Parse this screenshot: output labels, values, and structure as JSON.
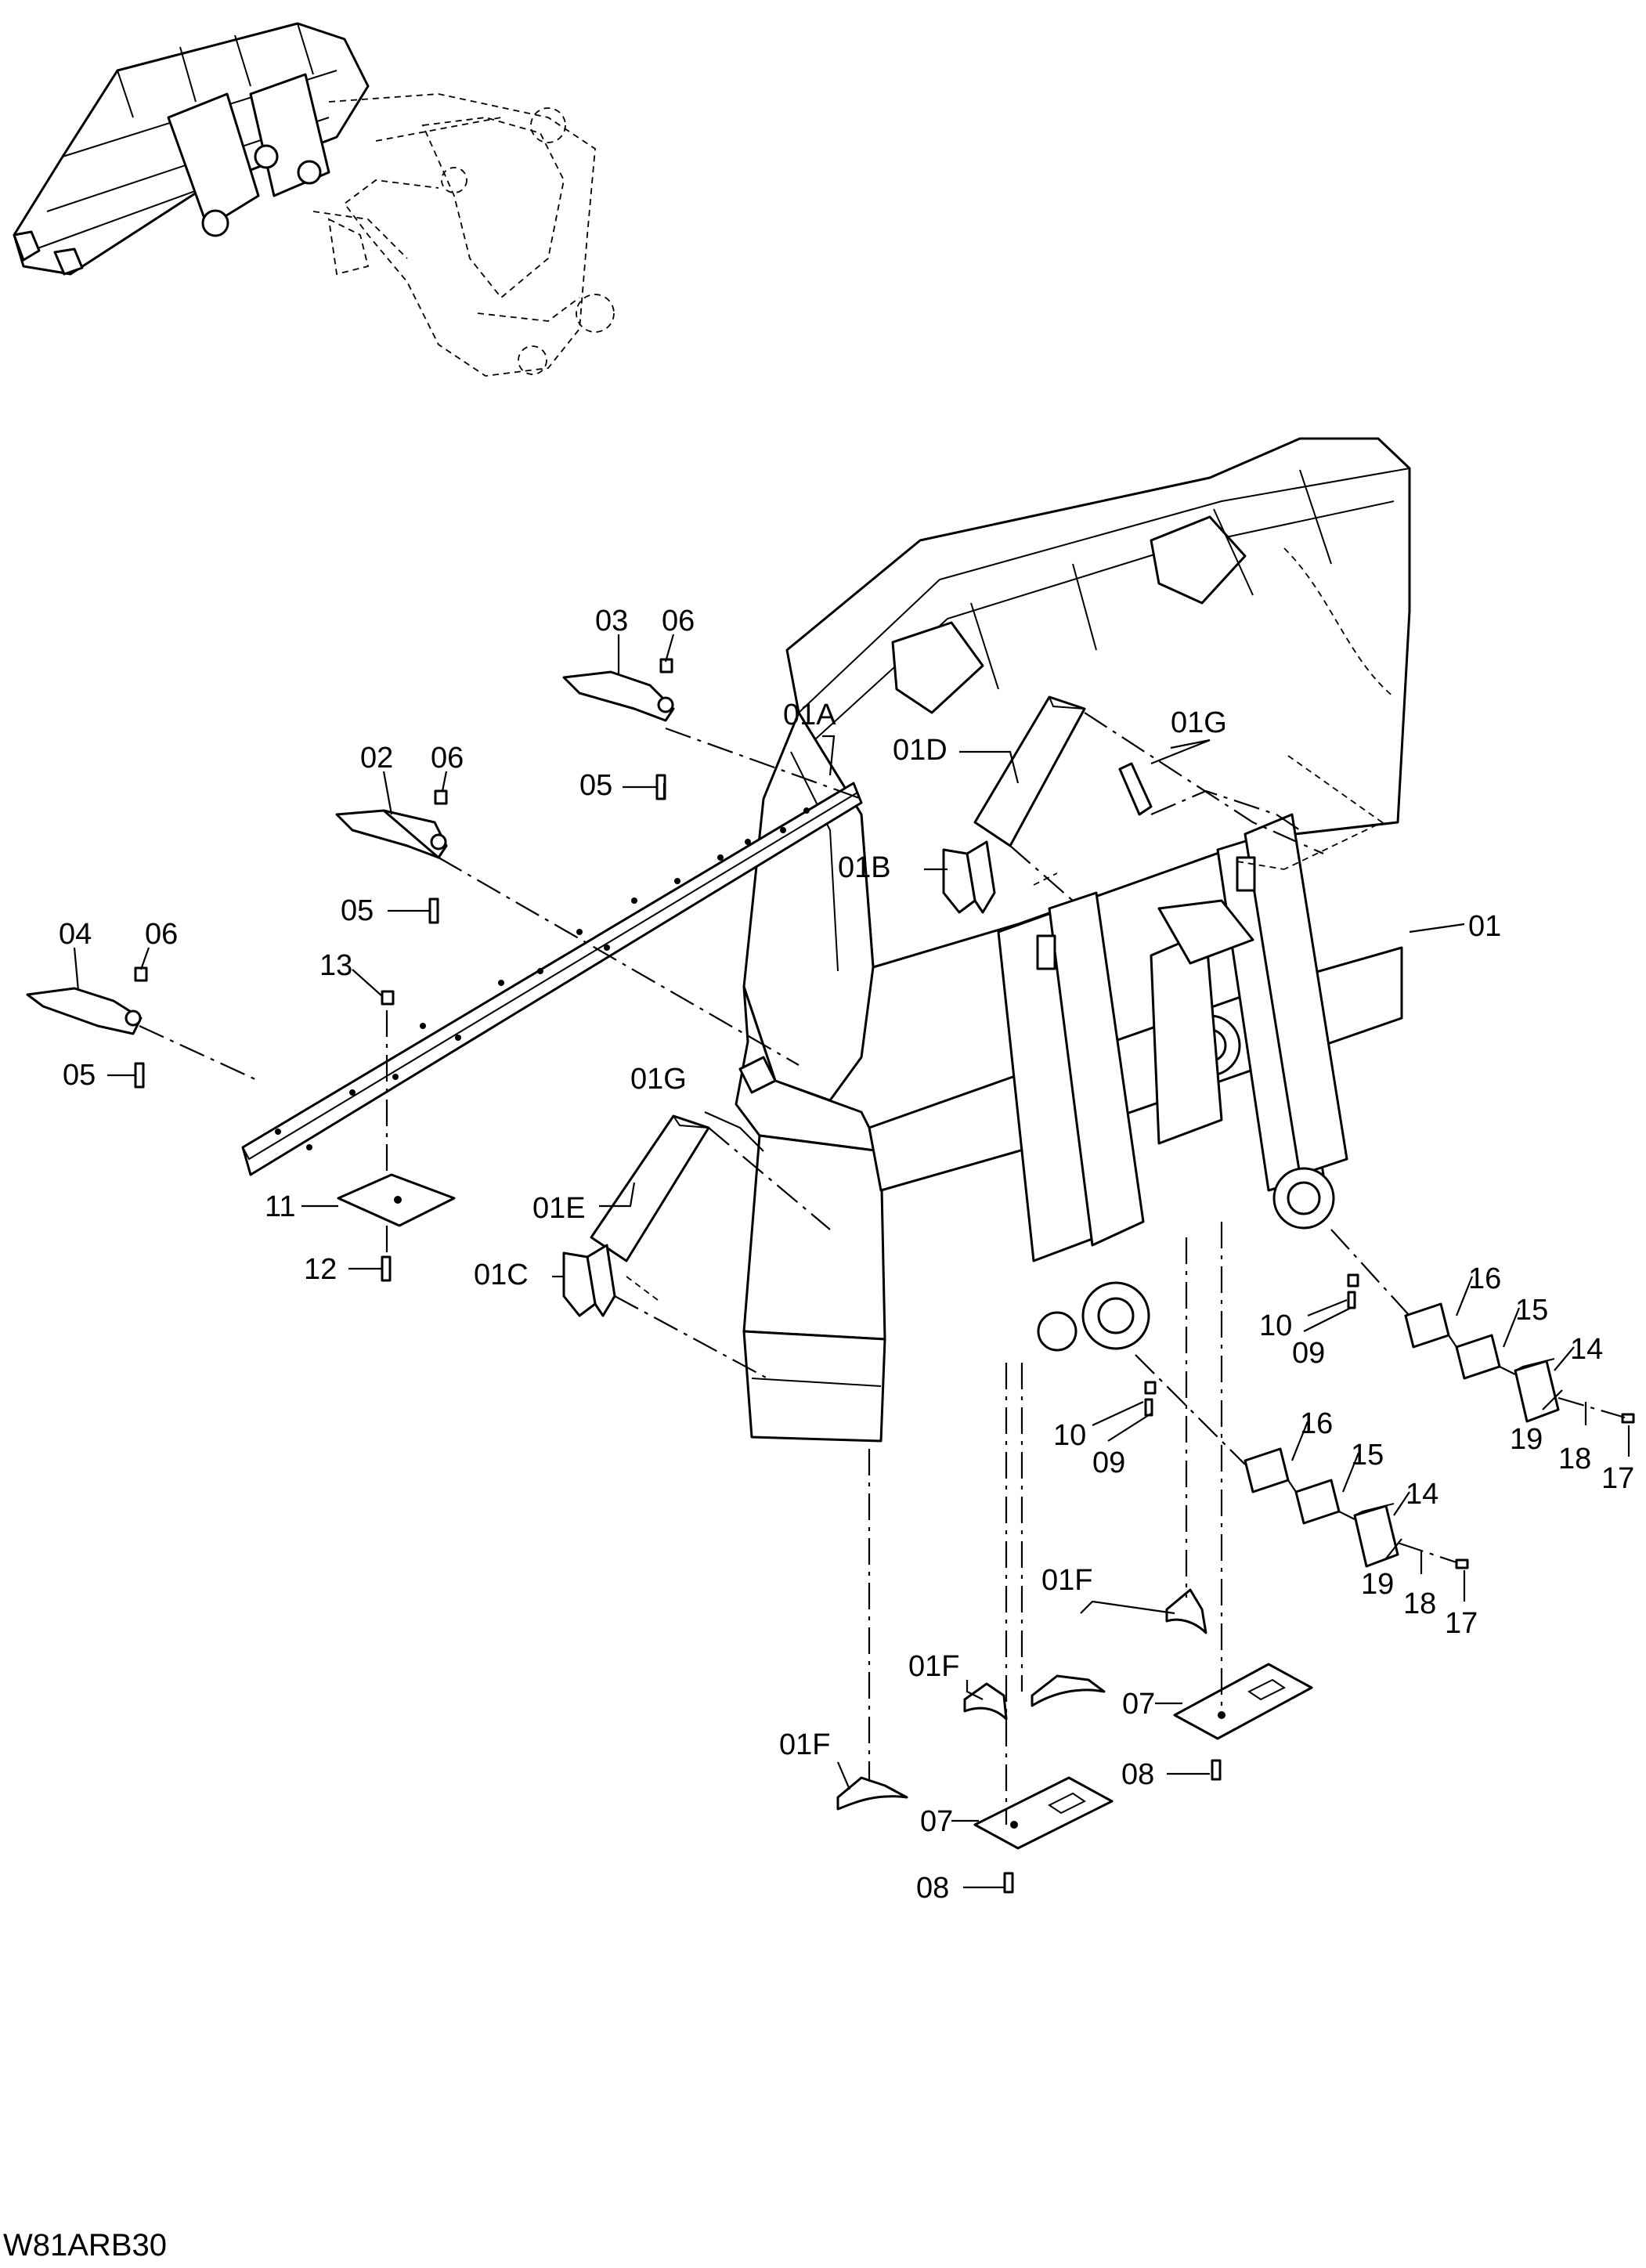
{
  "diagram_code": "W81ARB30",
  "labels": {
    "p01": "01",
    "p01A": "01A",
    "p01B": "01B",
    "p01C": "01C",
    "p01D": "01D",
    "p01E": "01E",
    "p01F": "01F",
    "p01G": "01G",
    "p02": "02",
    "p03": "03",
    "p04": "04",
    "p05": "05",
    "p06": "06",
    "p07": "07",
    "p08": "08",
    "p09": "09",
    "p10": "10",
    "p11": "11",
    "p12": "12",
    "p13": "13",
    "p14": "14",
    "p15": "15",
    "p16": "16",
    "p17": "17",
    "p18": "18",
    "p19": "19"
  }
}
